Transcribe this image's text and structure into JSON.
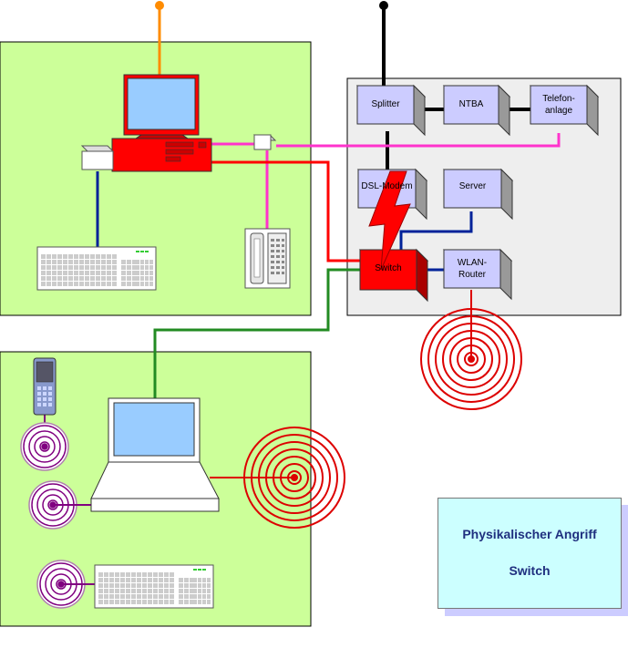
{
  "diagram": {
    "nodes": {
      "splitter": "Splitter",
      "ntba": "NTBA",
      "telefonanlage_l1": "Telefon-",
      "telefonanlage_l2": "anlage",
      "dsl_modem": "DSL-Modem",
      "server": "Server",
      "switch": "Switch",
      "wlan_l1": "WLAN-",
      "wlan_l2": "Router"
    },
    "caption": {
      "line1": "Physikalischer Angriff",
      "line2": "Switch"
    }
  },
  "colors": {
    "zone_green": "#ccff99",
    "zone_gray": "#eeeeee",
    "node_fill": "#ccccff",
    "switch_red": "#ff0000",
    "line_orange": "#ff8c00",
    "line_magenta": "#ff33cc",
    "line_red": "#ff0000",
    "line_blue": "#002299",
    "line_green": "#228b22",
    "line_black": "#000000",
    "wave_red": "#dd0000",
    "wave_purple": "#800080",
    "screen_blue": "#99ccff"
  }
}
